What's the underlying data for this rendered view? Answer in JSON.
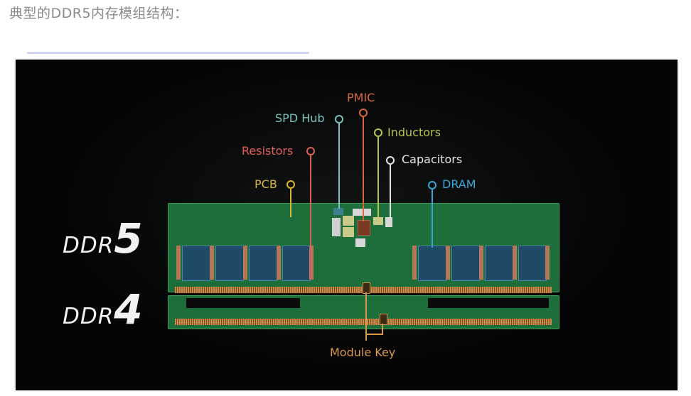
{
  "heading": "典型的DDR5内存模组结构：",
  "figure": {
    "labels": {
      "ddr5_prefix": "DDR",
      "ddr5_number": "5",
      "ddr4_prefix": "DDR",
      "ddr4_number": "4"
    },
    "callouts": [
      {
        "id": "pmic",
        "label": "PMIC",
        "color": "#d9683a"
      },
      {
        "id": "spd-hub",
        "label": "SPD Hub",
        "color": "#7cc3c0"
      },
      {
        "id": "inductors",
        "label": "Inductors",
        "color": "#b9c24a"
      },
      {
        "id": "resistors",
        "label": "Resistors",
        "color": "#e0605a"
      },
      {
        "id": "capacitors",
        "label": "Capacitors",
        "color": "#e8e8e8"
      },
      {
        "id": "pcb",
        "label": "PCB",
        "color": "#d9b53a"
      },
      {
        "id": "dram",
        "label": "DRAM",
        "color": "#3aa6d8"
      },
      {
        "id": "module-key",
        "label": "Module Key",
        "color": "#d89a4a"
      }
    ]
  }
}
